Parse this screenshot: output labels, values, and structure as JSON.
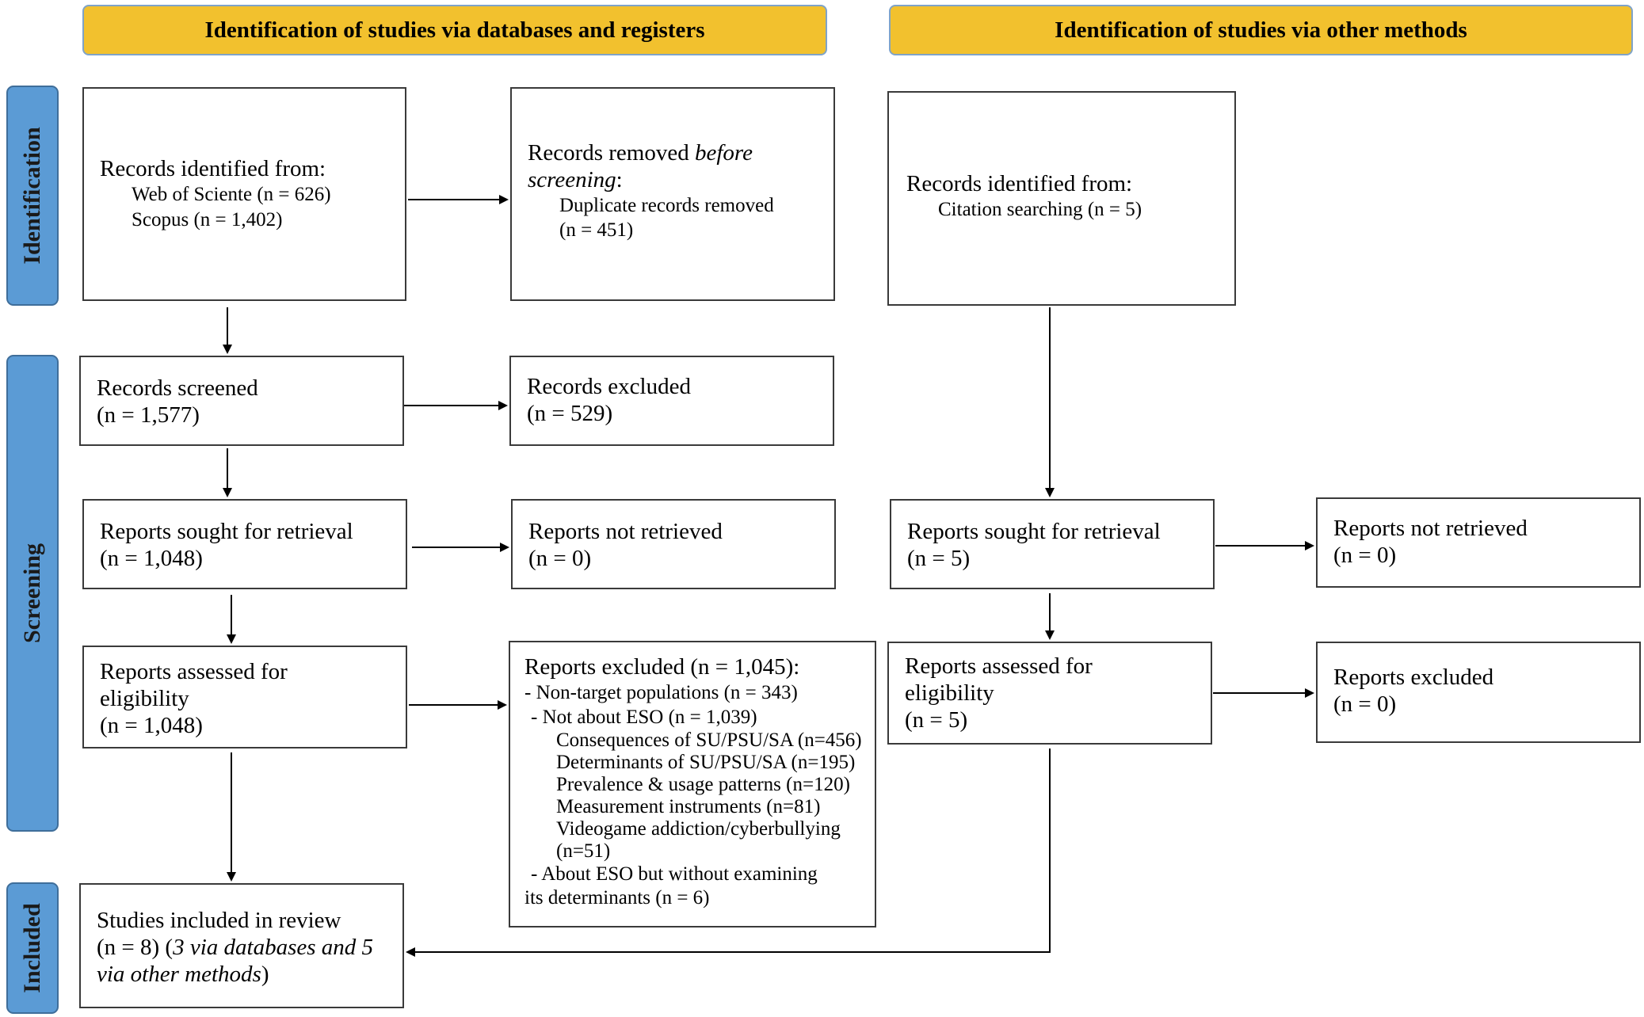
{
  "headers": {
    "databases": "Identification of studies via databases and registers",
    "other": "Identification of studies via other methods"
  },
  "stages": {
    "identification": "Identification",
    "screening": "Screening",
    "included": "Included"
  },
  "left": {
    "identified": {
      "title": "Records identified from:",
      "line1": "Web of Sciente (n = 626)",
      "line2": "Scopus (n = 1,402)"
    },
    "removed": {
      "title": "Records removed ",
      "title_italic": "before screening",
      "colon": ":",
      "line1": "Duplicate records removed",
      "line2": "(n = 451)"
    },
    "screened": {
      "title": "Records screened",
      "count": "(n = 1,577)"
    },
    "excluded": {
      "title": "Records excluded",
      "count": "(n = 529)"
    },
    "sought": {
      "title": "Reports sought for retrieval",
      "count": "(n = 1,048)"
    },
    "not_retrieved": {
      "title": "Reports not retrieved",
      "count": "(n = 0)"
    },
    "assessed": {
      "title1": "Reports assessed for",
      "title2": "eligibility",
      "count": "(n = 1,048)"
    },
    "reports_excluded": {
      "title": "Reports excluded (n = 1,045):",
      "item1": "- Non-target populations (n = 343)",
      "item2": "- Not about ESO (n = 1,039)",
      "sub1": "Consequences of SU/PSU/SA (n=456)",
      "sub2": "Determinants of SU/PSU/SA (n=195)",
      "sub3": "Prevalence & usage patterns (n=120)",
      "sub4": "Measurement instruments (n=81)",
      "sub5": "Videogame addiction/cyberbullying",
      "sub5b": "(n=51)",
      "item3": "- About ESO but without examining",
      "item3b": "its determinants (n = 6)"
    },
    "included": {
      "title": "Studies included in review",
      "count": "(n = 8) (",
      "italic1": "3 via databases and 5",
      "italic2": "via other methods",
      "close": ")"
    }
  },
  "right": {
    "identified": {
      "title": "Records identified from:",
      "line1": "Citation searching (n = 5)"
    },
    "sought": {
      "title": "Reports sought for retrieval",
      "count": "(n = 5)"
    },
    "not_retrieved": {
      "title": "Reports not retrieved",
      "count": "(n = 0)"
    },
    "assessed": {
      "title1": "Reports assessed for",
      "title2": "eligibility",
      "count": "(n = 5)"
    },
    "reports_excluded": {
      "title": "Reports excluded",
      "count": "(n = 0)"
    }
  },
  "colors": {
    "header_fill": "#F2C12E",
    "stage_fill": "#5B9BD5",
    "line": "#000000"
  }
}
